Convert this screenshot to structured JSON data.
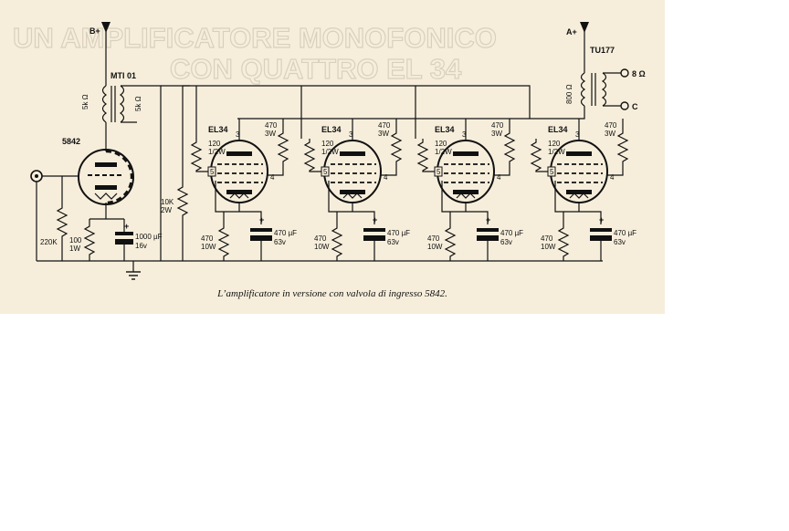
{
  "background_text": [
    "UN AMPLIFICATORE MONOFONICO",
    "CON QUATTRO EL 34"
  ],
  "supply_labels": {
    "b_plus": "B+",
    "a_plus": "A+"
  },
  "input_stage": {
    "tube": "5842",
    "transformer": "MTI 01",
    "secondary_left": "5k Ω",
    "secondary_right": "5k Ω",
    "grid_resistor": "220K",
    "cathode_resistor": [
      "100",
      "1W"
    ],
    "cathode_cap": [
      "1000 µF",
      "16v"
    ],
    "bleeder": [
      "10K",
      "2W"
    ]
  },
  "output_stages": [
    {
      "tube": "EL34",
      "g2": [
        "470",
        "3W"
      ],
      "grid": [
        "120",
        "1/2W"
      ],
      "cathode_r": [
        "470",
        "10W"
      ],
      "cathode_c": [
        "470 µF",
        "63v"
      ],
      "pins": [
        "3",
        "5",
        "4"
      ]
    },
    {
      "tube": "EL34",
      "g2": [
        "470",
        "3W"
      ],
      "grid": [
        "120",
        "1/2W"
      ],
      "cathode_r": [
        "470",
        "10W"
      ],
      "cathode_c": [
        "470 µF",
        "63v"
      ],
      "pins": [
        "3",
        "5",
        "4"
      ]
    },
    {
      "tube": "EL34",
      "g2": [
        "470",
        "3W"
      ],
      "grid": [
        "120",
        "1/2W"
      ],
      "cathode_r": [
        "470",
        "10W"
      ],
      "cathode_c": [
        "470 µF",
        "63v"
      ],
      "pins": [
        "3",
        "5",
        "4"
      ]
    },
    {
      "tube": "EL34",
      "g2": [
        "470",
        "3W"
      ],
      "grid": [
        "120",
        "1/2W"
      ],
      "cathode_r": [
        "470",
        "10W"
      ],
      "cathode_c": [
        "470 µF",
        "63v"
      ],
      "pins": [
        "3",
        "5",
        "4"
      ]
    }
  ],
  "output_transformer": {
    "name": "TU177",
    "primary": "800 Ω",
    "tap_high": "8 Ω",
    "tap_common": "C"
  },
  "caption": "L’amplificatore in versione con valvola di ingresso 5842."
}
